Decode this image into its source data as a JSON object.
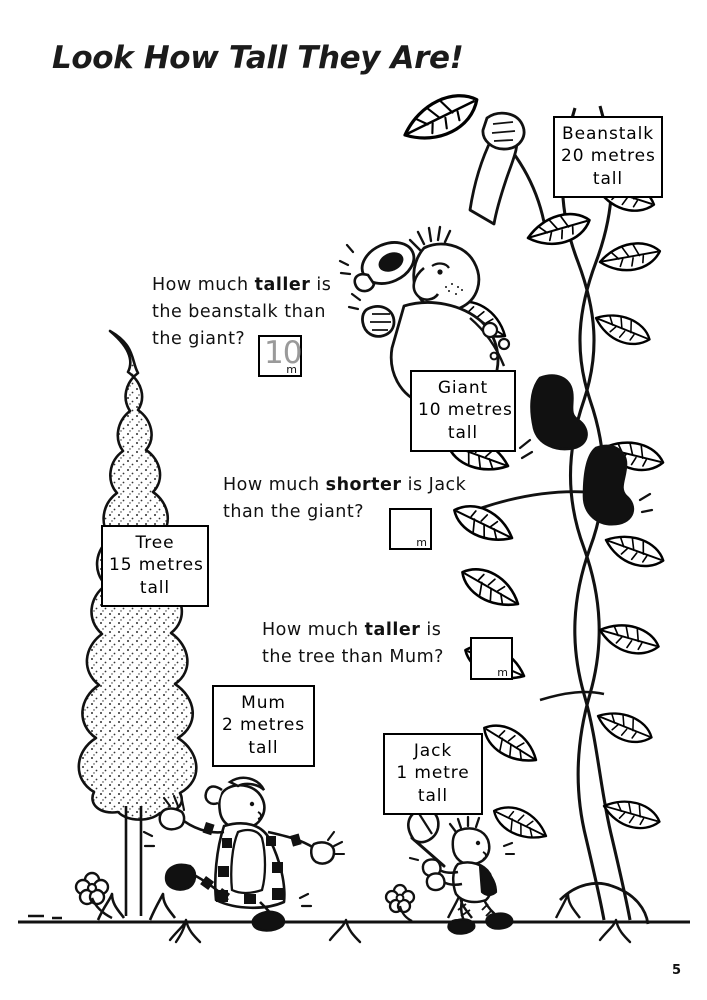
{
  "page": {
    "title": "Look How Tall They Are!",
    "number": "5"
  },
  "fact_boxes": [
    {
      "name": "beanstalk",
      "line1": "Beanstalk",
      "line2": "20 metres",
      "line3": "tall"
    },
    {
      "name": "giant",
      "line1": "Giant",
      "line2": "10 metres",
      "line3": "tall"
    },
    {
      "name": "tree",
      "line1": "Tree",
      "line2": "15 metres",
      "line3": "tall"
    },
    {
      "name": "mum",
      "line1": "Mum",
      "line2": "2 metres",
      "line3": "tall"
    },
    {
      "name": "jack",
      "line1": "Jack",
      "line2": "1 metre",
      "line3": "tall"
    }
  ],
  "questions": [
    {
      "name": "beanstalk-vs-giant",
      "line1_a": "How much ",
      "line1_bold": "taller",
      "line1_b": " is",
      "line2": "the beanstalk than",
      "line3": "the giant?",
      "answer": "10",
      "unit": "m"
    },
    {
      "name": "jack-vs-giant",
      "line1_a": "How much ",
      "line1_bold": "shorter",
      "line1_b": " is Jack",
      "line2": "than the giant?",
      "line3": "",
      "answer": "",
      "unit": "m"
    },
    {
      "name": "tree-vs-mum",
      "line1_a": "How much ",
      "line1_bold": "taller",
      "line1_b": " is",
      "line2": "the tree than Mum?",
      "line3": "",
      "answer": "",
      "unit": "m"
    }
  ]
}
